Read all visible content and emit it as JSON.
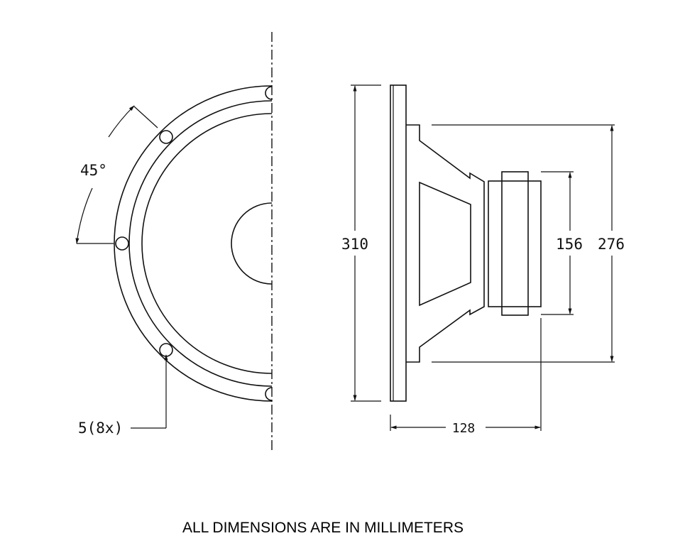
{
  "drawing": {
    "front_view": {
      "angle_label": "45°",
      "hole_label": "5(8x)"
    },
    "side_view": {
      "overall_diameter": "310",
      "frame_diameter": "276",
      "magnet_diameter": "156",
      "depth": "128"
    },
    "note": "ALL DIMENSIONS ARE IN MILLIMETERS"
  },
  "colors": {
    "line": "#111111",
    "background": "#ffffff"
  }
}
